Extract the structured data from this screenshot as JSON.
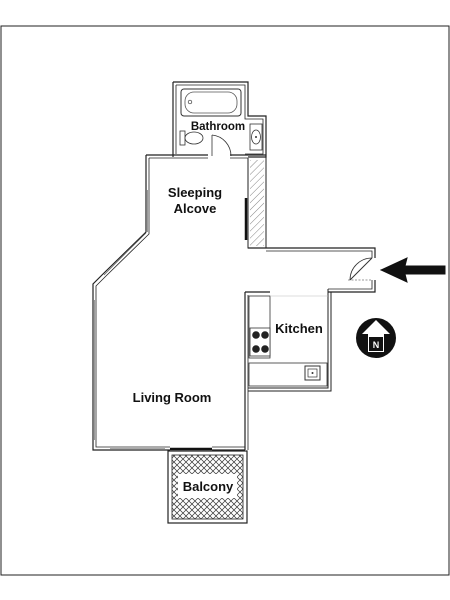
{
  "rooms": {
    "bathroom": "Bathroom",
    "sleeping_line1": "Sleeping",
    "sleeping_line2": "Alcove",
    "kitchen": "Kitchen",
    "living": "Living Room",
    "balcony": "Balcony"
  },
  "compass": {
    "letter": "N"
  },
  "entrance_marker": "arrow-left-icon"
}
